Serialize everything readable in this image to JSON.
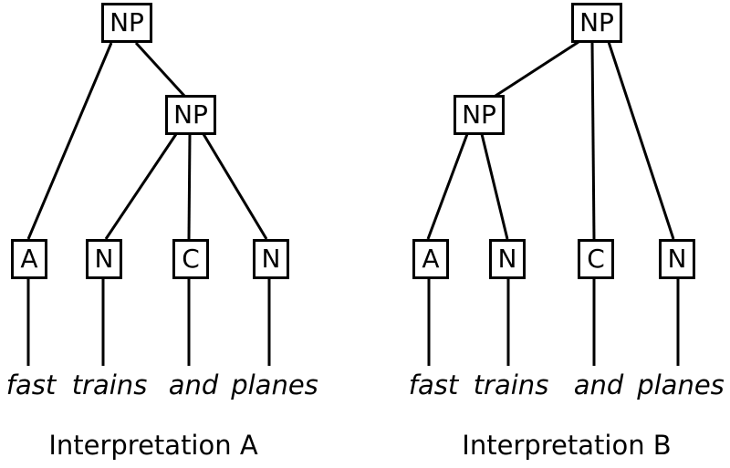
{
  "diagram": {
    "type": "syntax-parse-trees",
    "phrase": "fast trains and planes",
    "background_color": "#ffffff",
    "line_color": "#000000",
    "text_color": "#000000",
    "trees": [
      {
        "caption": "Interpretation A",
        "root_label": "NP",
        "inner_label": "NP",
        "structure": "NP -> [A, NP[N, C, N]]",
        "leaves": [
          {
            "tag": "A",
            "word": "fast"
          },
          {
            "tag": "N",
            "word": "trains"
          },
          {
            "tag": "C",
            "word": "and"
          },
          {
            "tag": "N",
            "word": "planes"
          }
        ]
      },
      {
        "caption": "Interpretation B",
        "root_label": "NP",
        "inner_label": "NP",
        "structure": "NP -> [NP[A, N], C, N]",
        "leaves": [
          {
            "tag": "A",
            "word": "fast"
          },
          {
            "tag": "N",
            "word": "trains"
          },
          {
            "tag": "C",
            "word": "and"
          },
          {
            "tag": "N",
            "word": "planes"
          }
        ]
      }
    ]
  }
}
